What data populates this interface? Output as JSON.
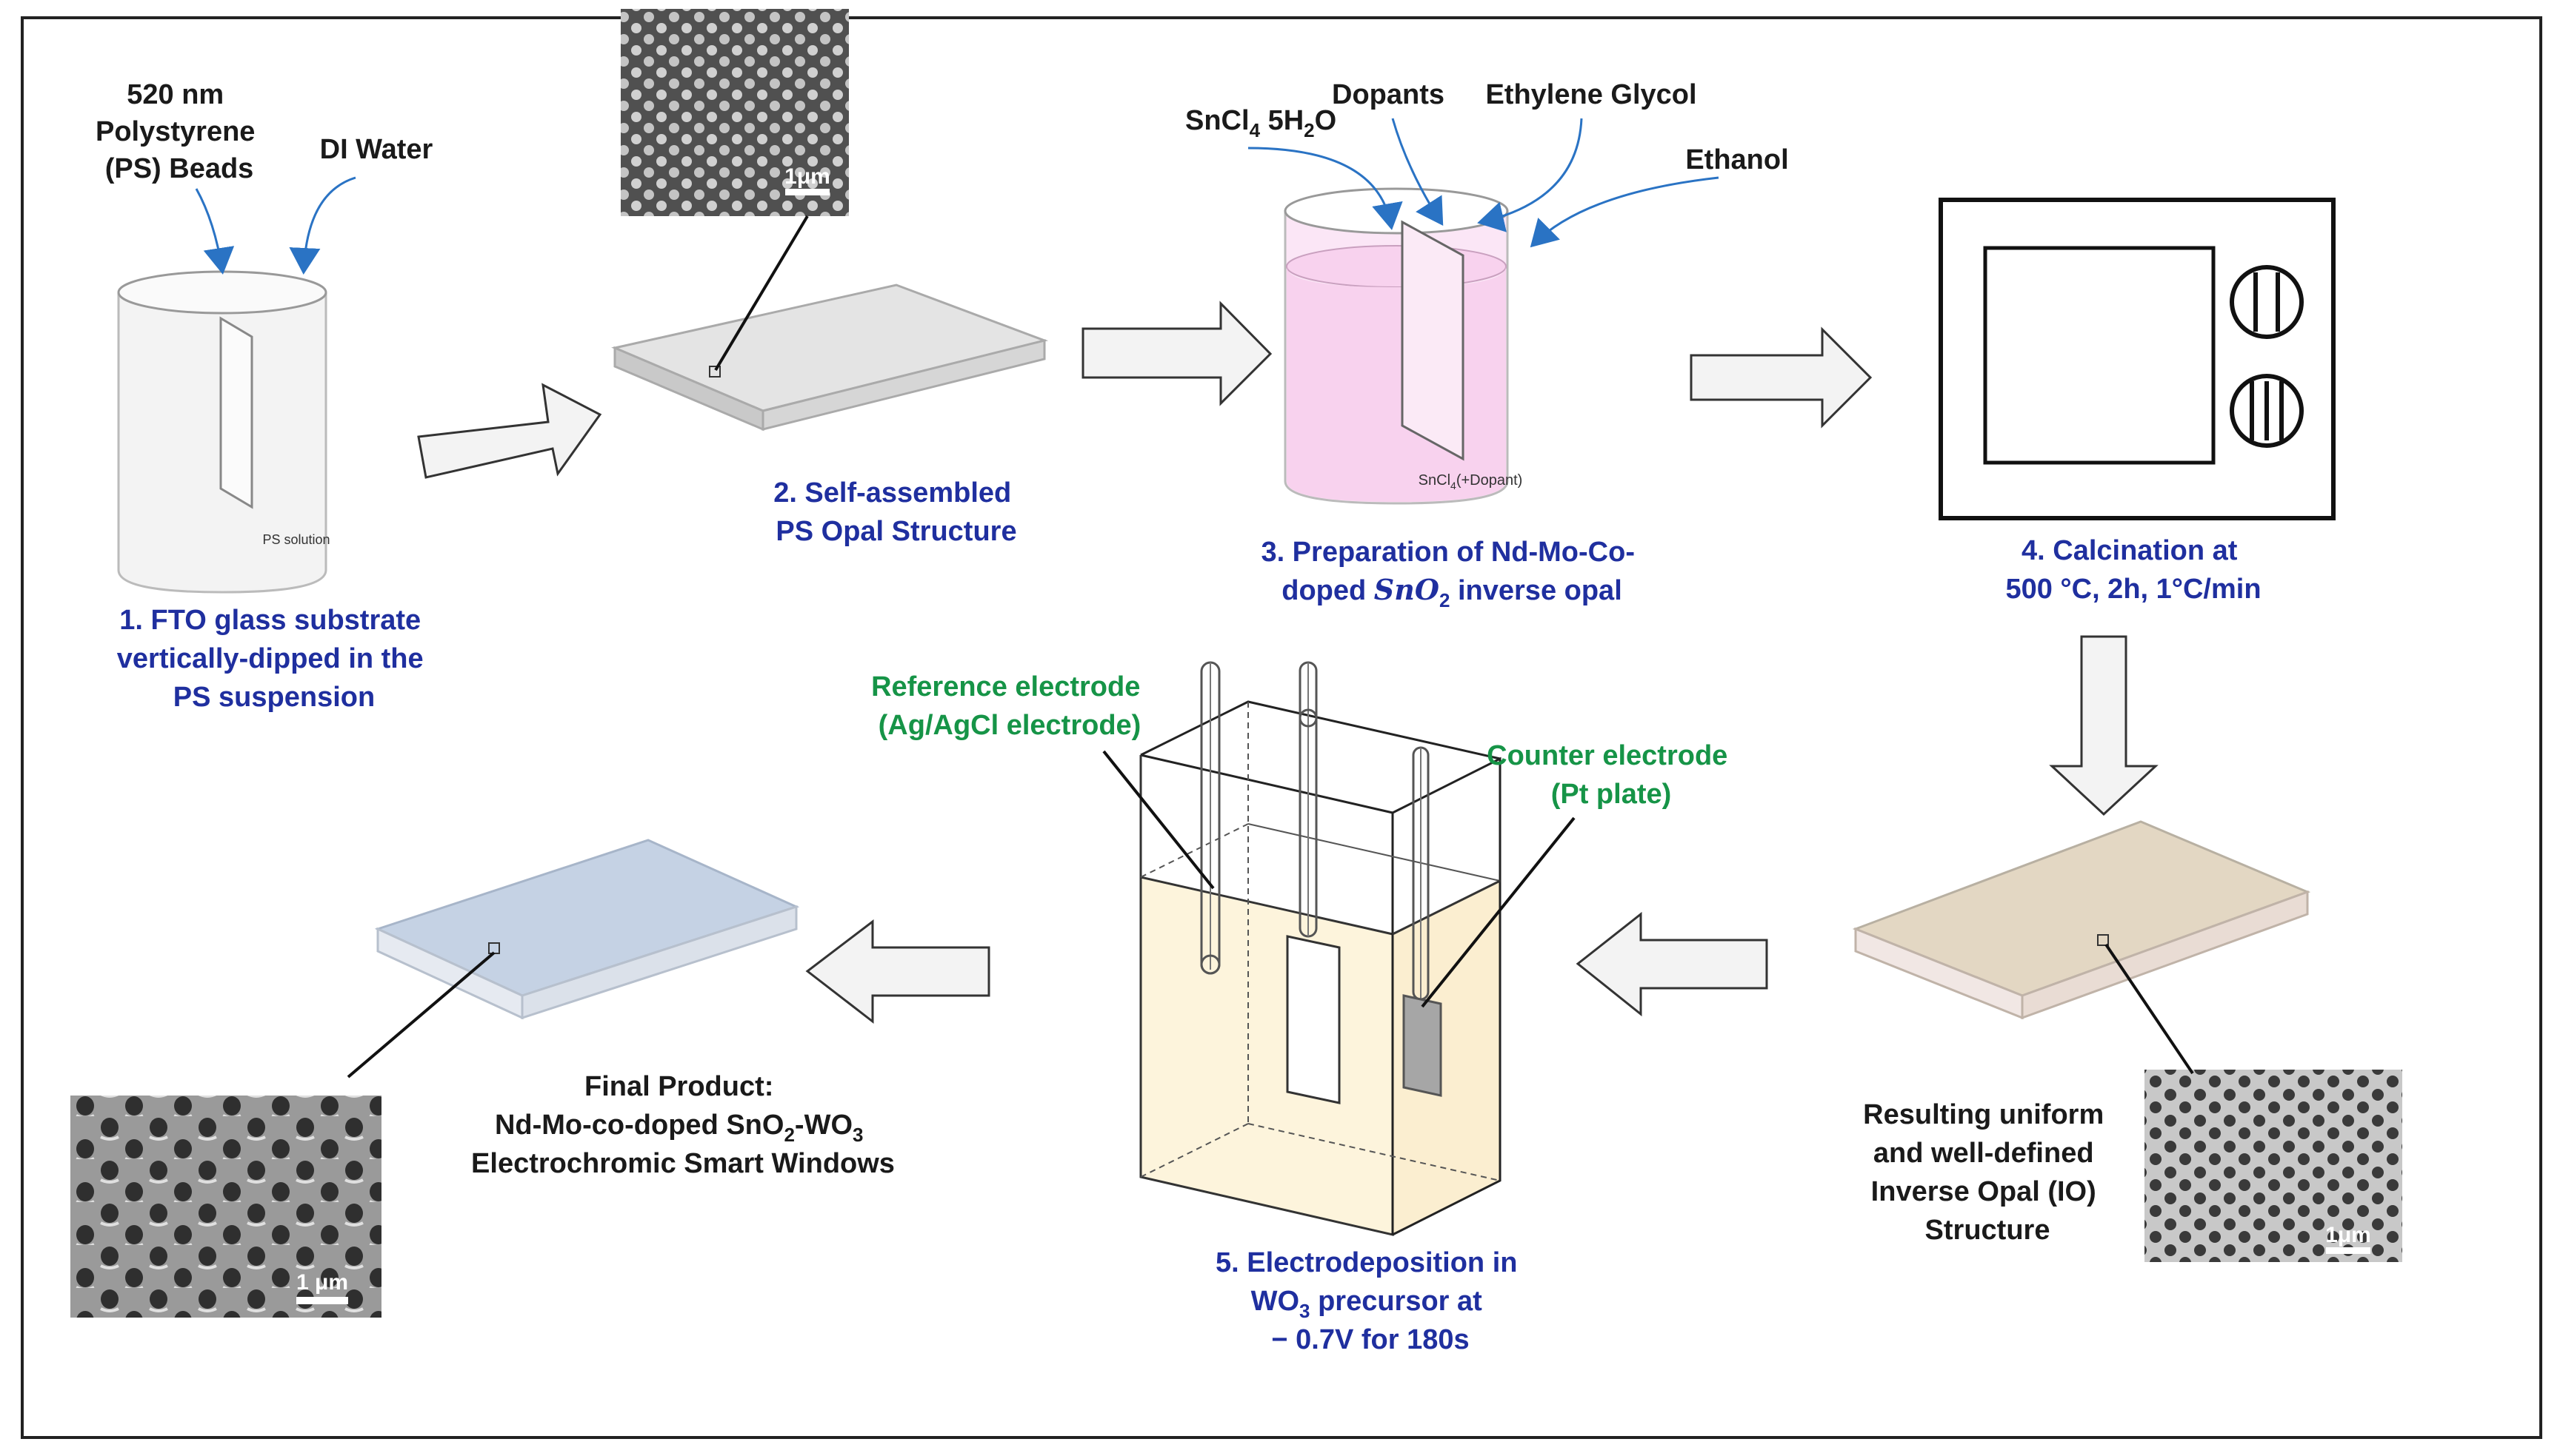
{
  "step1": {
    "beads_label": [
      "520 nm",
      "Polystyrene",
      "(PS) Beads"
    ],
    "water_label": "DI Water",
    "solution_label": "PS solution",
    "caption": [
      "1. FTO glass substrate",
      "vertically-dipped in the",
      "PS suspension"
    ]
  },
  "step2": {
    "sem_scale": "1μm",
    "caption": [
      "2. Self-assembled",
      "PS Opal Structure"
    ]
  },
  "step3": {
    "reagents": {
      "sncl4": "SnCl",
      "sncl4_sub": "4",
      "sncl4_rest": " 5H",
      "sncl4_sub2": "2",
      "sncl4_end": "O",
      "dopants": "Dopants",
      "eg": "Ethylene Glycol",
      "ethanol": "Ethanol"
    },
    "beaker_label": "SnCl",
    "beaker_label_sub": "4",
    "beaker_label_rest": "(+Dopant)",
    "caption_line1": "3. Preparation of Nd-Mo-Co-",
    "caption_line2_a": "doped ",
    "caption_line2_b": "SnO",
    "caption_line2_sub": "2",
    "caption_line2_c": " inverse opal"
  },
  "step4": {
    "caption": [
      "4. Calcination at",
      "500 °C, 2h, 1°C/min"
    ]
  },
  "io": {
    "caption": [
      "Resulting uniform",
      "and well-defined",
      "Inverse Opal (IO)",
      "Structure"
    ],
    "sem_scale": "1μm"
  },
  "step5": {
    "reference": [
      "Reference electrode",
      "(Ag/AgCl electrode)"
    ],
    "counter": [
      "Counter electrode",
      "(Pt plate)"
    ],
    "caption_line1": "5. Electrodeposition in",
    "caption_line2_a": "WO",
    "caption_line2_sub": "3",
    "caption_line2_b": " precursor at",
    "caption_line3": "− 0.7V for 180s"
  },
  "final": {
    "line1": "Final Product:",
    "line2_a": "Nd-Mo-co-doped SnO",
    "line2_sub1": "2",
    "line2_b": "-WO",
    "line2_sub2": "3",
    "line3": "Electrochromic Smart Windows",
    "sem_scale": "1 μm"
  },
  "colors": {
    "caption_blue": "#1f2f9f",
    "electrode_green": "#169447",
    "curve_blue": "#2a73c4"
  }
}
